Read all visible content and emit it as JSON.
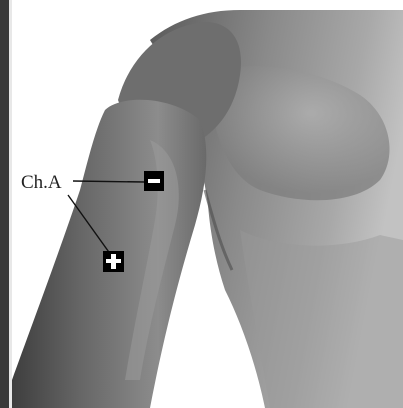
{
  "figure": {
    "channel_label": "Ch.A",
    "electrodes": [
      {
        "name": "negative-electrode",
        "symbol": "minus",
        "polarity": "negative"
      },
      {
        "name": "positive-electrode",
        "symbol": "plus",
        "polarity": "positive"
      }
    ],
    "colors": {
      "background": "#ffffff",
      "frame_left": "#3a3a3a",
      "skin_dark": "#4a4a4a",
      "skin_mid": "#7c7c7c",
      "skin_light": "#b8b8b8",
      "electrode": "#000000",
      "leader_line": "#111111"
    }
  }
}
